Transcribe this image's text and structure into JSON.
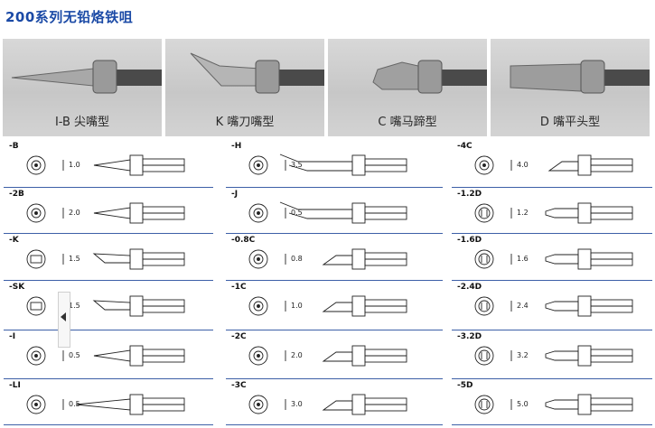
{
  "title": "200系列无铅烙铁咀",
  "photos": [
    {
      "label": "I-B 尖嘴型",
      "icon": "tip-conical-photo"
    },
    {
      "label": "K 嘴刀嘴型",
      "icon": "tip-knife-photo"
    },
    {
      "label": "C 嘴马蹄型",
      "icon": "tip-bevel-photo"
    },
    {
      "label": "D 嘴平头型",
      "icon": "tip-chisel-photo"
    }
  ],
  "columns": [
    [
      {
        "code": "-B",
        "dim": "1.0",
        "shape": "conical"
      },
      {
        "code": "-2B",
        "dim": "2.0",
        "shape": "conical-blunt"
      },
      {
        "code": "-K",
        "dim": "1.5",
        "shape": "knife"
      },
      {
        "code": "-SK",
        "dim": "1.5",
        "shape": "knife-small"
      },
      {
        "code": "-I",
        "dim": "0.5",
        "shape": "conical-fine"
      },
      {
        "code": "-LI",
        "dim": "0.5",
        "shape": "conical-long"
      }
    ],
    [
      {
        "code": "-H",
        "dim": "3.5",
        "shape": "bent"
      },
      {
        "code": "-J",
        "dim": "0.5",
        "shape": "bent-fine"
      },
      {
        "code": "-0.8C",
        "dim": "0.8",
        "shape": "bevel"
      },
      {
        "code": "-1C",
        "dim": "1.0",
        "shape": "bevel"
      },
      {
        "code": "-2C",
        "dim": "2.0",
        "shape": "bevel"
      },
      {
        "code": "-3C",
        "dim": "3.0",
        "shape": "bevel"
      }
    ],
    [
      {
        "code": "-4C",
        "dim": "4.0",
        "shape": "bevel-wide"
      },
      {
        "code": "-1.2D",
        "dim": "1.2",
        "shape": "chisel"
      },
      {
        "code": "-1.6D",
        "dim": "1.6",
        "shape": "chisel"
      },
      {
        "code": "-2.4D",
        "dim": "2.4",
        "shape": "chisel-wide"
      },
      {
        "code": "-3.2D",
        "dim": "3.2",
        "shape": "chisel-wide"
      },
      {
        "code": "-5D",
        "dim": "5.0",
        "shape": "chisel-broad"
      }
    ]
  ],
  "colors": {
    "title": "#1b4aa6",
    "rule": "#3c5fa7"
  }
}
